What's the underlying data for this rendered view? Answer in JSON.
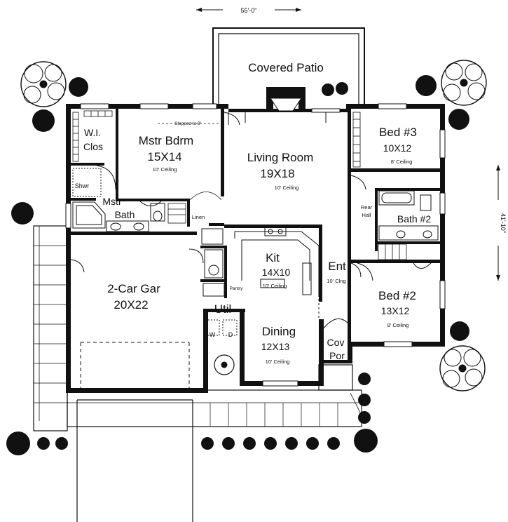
{
  "dimensions": {
    "width": "55'-0\"",
    "depth": "41'-10\""
  },
  "rooms": {
    "patio": {
      "name": "Covered  Patio"
    },
    "master": {
      "name": "Mstr Bdrm",
      "size": "15X14",
      "ceiling": "10' Ceiling",
      "note": "Slopped to 8'"
    },
    "closet": {
      "line1": "W.I.",
      "line2": "Clos"
    },
    "shower": {
      "name": "Shwr"
    },
    "mbath": {
      "line1": "Mstr",
      "line2": "Bath"
    },
    "linen": {
      "name": "Linen"
    },
    "living": {
      "name": "Living Room",
      "size": "19X18",
      "ceiling": "10' Ceiling"
    },
    "bed3": {
      "name": "Bed #3",
      "size": "10X12",
      "ceiling": "8' Ceiling"
    },
    "rearhall": {
      "line1": "Rear",
      "line2": "Hall"
    },
    "bath2": {
      "name": "Bath #2"
    },
    "kitchen": {
      "name": "Kit",
      "size": "14X10",
      "ceiling": "10' Ceiling"
    },
    "pantry": {
      "name": "Pantry"
    },
    "entry": {
      "name": "Ent",
      "ceiling": "10' Clng"
    },
    "garage": {
      "name": "2-Car Gar",
      "size": "20X22"
    },
    "utility": {
      "name": "Util",
      "washer": "W",
      "dryer": "D"
    },
    "dining": {
      "name": "Dining",
      "size": "12X13",
      "ceiling": "10' Ceiling"
    },
    "porch": {
      "line1": "Cov",
      "line2": "Por"
    },
    "bed2": {
      "name": "Bed #2",
      "size": "13X12",
      "ceiling": "8' Ceiling"
    }
  }
}
